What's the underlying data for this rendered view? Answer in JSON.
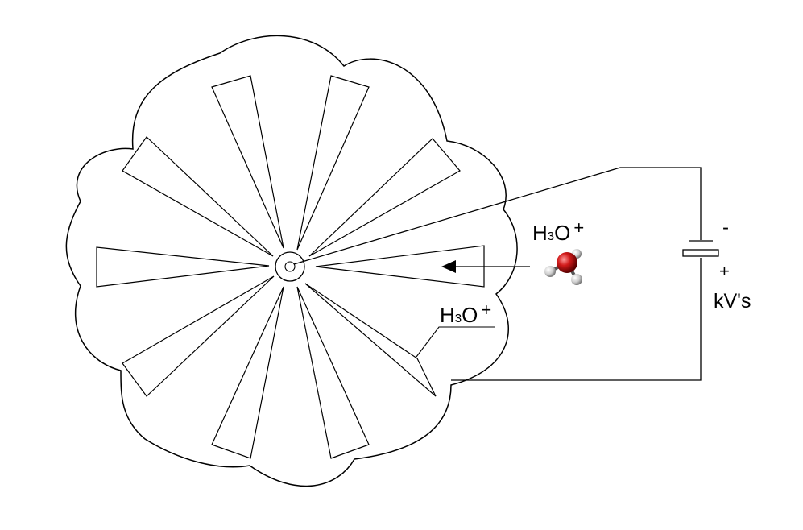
{
  "labels": {
    "ion_top": {
      "base": "H",
      "sub": "3",
      "rest": "O",
      "sup": "+"
    },
    "ion_bottom": {
      "base": "H",
      "sub": "3",
      "rest": "O",
      "sup": "+"
    },
    "minus": "-",
    "plus": "+",
    "voltage": "kV's"
  },
  "colors": {
    "line": "#000000",
    "oxygen": "#d11a1a",
    "hydrogen": "#e6e6e6"
  }
}
